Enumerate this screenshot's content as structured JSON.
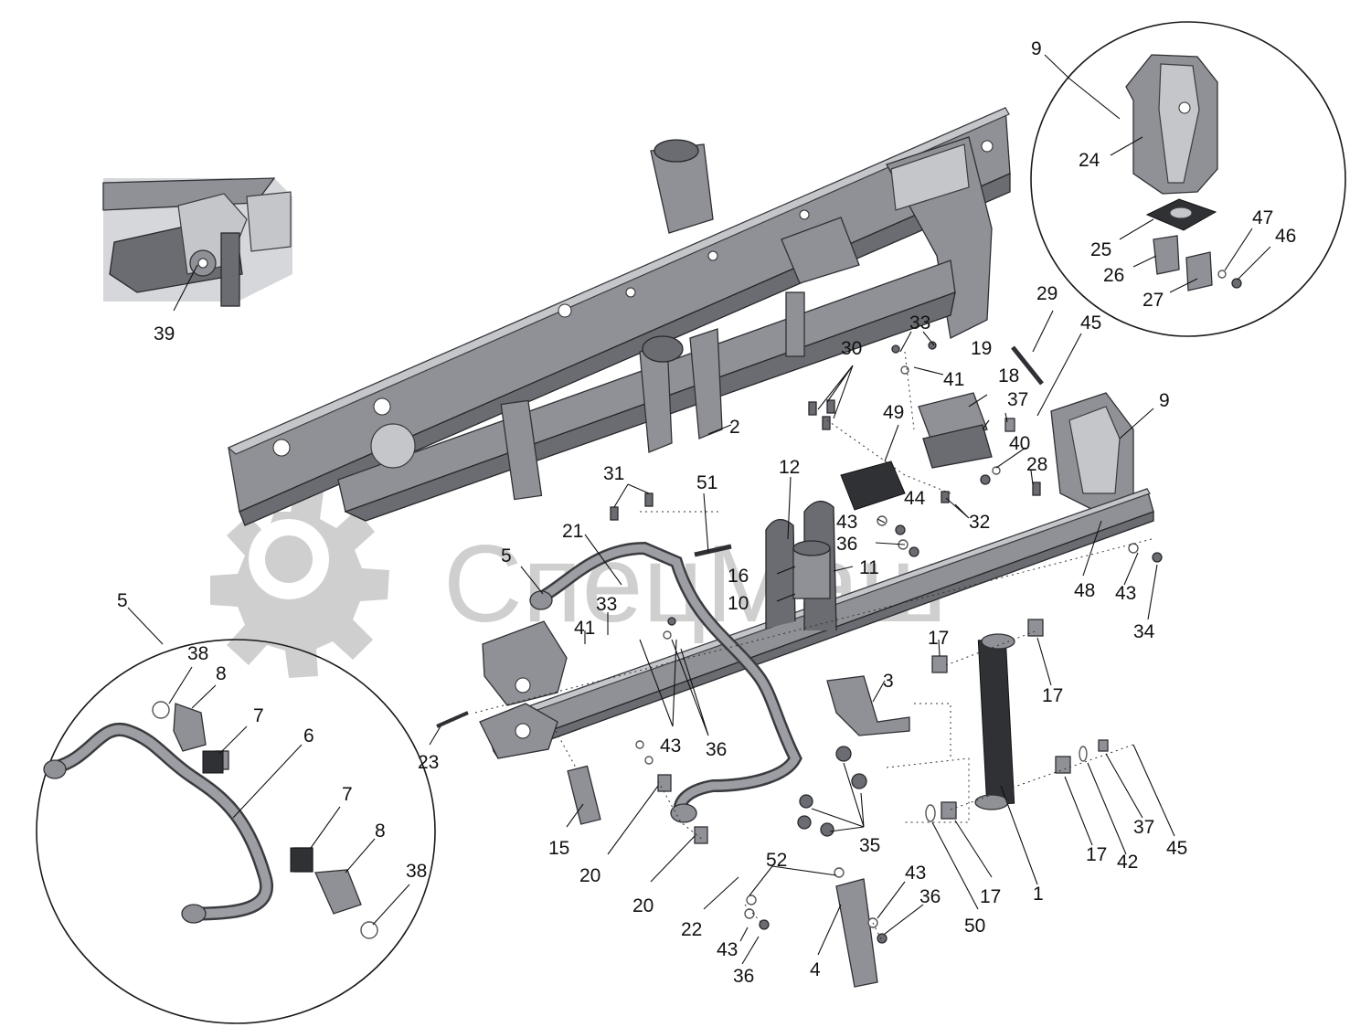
{
  "watermark": {
    "text": "СпецМаш",
    "color": "#a8a8a8"
  },
  "part_color": "#8f9196",
  "callouts": [
    {
      "id": "c1",
      "label": "1"
    },
    {
      "id": "c2",
      "label": "2"
    },
    {
      "id": "c3",
      "label": "3"
    },
    {
      "id": "c4",
      "label": "4"
    },
    {
      "id": "c5a",
      "label": "5"
    },
    {
      "id": "c5b",
      "label": "5"
    },
    {
      "id": "c6",
      "label": "6"
    },
    {
      "id": "c7a",
      "label": "7"
    },
    {
      "id": "c7b",
      "label": "7"
    },
    {
      "id": "c8a",
      "label": "8"
    },
    {
      "id": "c8b",
      "label": "8"
    },
    {
      "id": "c9a",
      "label": "9"
    },
    {
      "id": "c9b",
      "label": "9"
    },
    {
      "id": "c10",
      "label": "10"
    },
    {
      "id": "c11",
      "label": "11"
    },
    {
      "id": "c12",
      "label": "12"
    },
    {
      "id": "c15",
      "label": "15"
    },
    {
      "id": "c16",
      "label": "16"
    },
    {
      "id": "c17a",
      "label": "17"
    },
    {
      "id": "c17b",
      "label": "17"
    },
    {
      "id": "c17c",
      "label": "17"
    },
    {
      "id": "c17d",
      "label": "17"
    },
    {
      "id": "c18",
      "label": "18"
    },
    {
      "id": "c19",
      "label": "19"
    },
    {
      "id": "c20a",
      "label": "20"
    },
    {
      "id": "c20b",
      "label": "20"
    },
    {
      "id": "c21",
      "label": "21"
    },
    {
      "id": "c22",
      "label": "22"
    },
    {
      "id": "c23",
      "label": "23"
    },
    {
      "id": "c24",
      "label": "24"
    },
    {
      "id": "c25",
      "label": "25"
    },
    {
      "id": "c26",
      "label": "26"
    },
    {
      "id": "c27",
      "label": "27"
    },
    {
      "id": "c28",
      "label": "28"
    },
    {
      "id": "c29",
      "label": "29"
    },
    {
      "id": "c30",
      "label": "30"
    },
    {
      "id": "c31",
      "label": "31"
    },
    {
      "id": "c32",
      "label": "32"
    },
    {
      "id": "c33a",
      "label": "33"
    },
    {
      "id": "c33b",
      "label": "33"
    },
    {
      "id": "c34",
      "label": "34"
    },
    {
      "id": "c35",
      "label": "35"
    },
    {
      "id": "c36a",
      "label": "36"
    },
    {
      "id": "c36b",
      "label": "36"
    },
    {
      "id": "c36c",
      "label": "36"
    },
    {
      "id": "c36d",
      "label": "36"
    },
    {
      "id": "c37a",
      "label": "37"
    },
    {
      "id": "c37b",
      "label": "37"
    },
    {
      "id": "c38a",
      "label": "38"
    },
    {
      "id": "c38b",
      "label": "38"
    },
    {
      "id": "c39",
      "label": "39"
    },
    {
      "id": "c40",
      "label": "40"
    },
    {
      "id": "c41a",
      "label": "41"
    },
    {
      "id": "c41b",
      "label": "41"
    },
    {
      "id": "c42",
      "label": "42"
    },
    {
      "id": "c43a",
      "label": "43"
    },
    {
      "id": "c43b",
      "label": "43"
    },
    {
      "id": "c43c",
      "label": "43"
    },
    {
      "id": "c43d",
      "label": "43"
    },
    {
      "id": "c43e",
      "label": "43"
    },
    {
      "id": "c44",
      "label": "44"
    },
    {
      "id": "c45a",
      "label": "45"
    },
    {
      "id": "c45b",
      "label": "45"
    },
    {
      "id": "c46",
      "label": "46"
    },
    {
      "id": "c47",
      "label": "47"
    },
    {
      "id": "c48",
      "label": "48"
    },
    {
      "id": "c49",
      "label": "49"
    },
    {
      "id": "c50",
      "label": "50"
    },
    {
      "id": "c51",
      "label": "51"
    },
    {
      "id": "c52",
      "label": "52"
    }
  ]
}
